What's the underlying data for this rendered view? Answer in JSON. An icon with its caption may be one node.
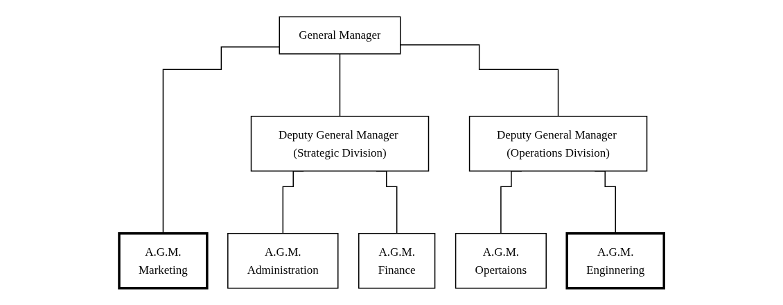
{
  "diagram": {
    "nodes": [
      {
        "text": [
          "General Manager"
        ]
      },
      {
        "text": [
          "Deputy General Manager (Strategic Division)"
        ]
      },
      {
        "text": [
          "Deputy General Manager (Operations Division)"
        ]
      },
      {
        "text": [
          "A.G.M.",
          "Marketing"
        ]
      },
      {
        "text": [
          "A.G.M.",
          "Administration"
        ]
      },
      {
        "text": [
          "A.G.M.",
          "Finance"
        ]
      },
      {
        "text": [
          "A.G.M.",
          "Opertaions"
        ]
      },
      {
        "text": [
          "A.G.M.",
          "Enginnering"
        ]
      }
    ],
    "edges": [
      {
        "from": 0,
        "to": 3,
        "arrow": "none"
      },
      {
        "from": 0,
        "to": 1,
        "arrow": "none"
      },
      {
        "from": 0,
        "to": 2,
        "arrow": "none"
      },
      {
        "from": 1,
        "to": 4,
        "arrow": "none"
      },
      {
        "from": 1,
        "to": 5,
        "arrow": "none"
      },
      {
        "from": 2,
        "to": 6,
        "arrow": "none"
      },
      {
        "from": 2,
        "to": 7,
        "arrow": "none"
      }
    ]
  }
}
